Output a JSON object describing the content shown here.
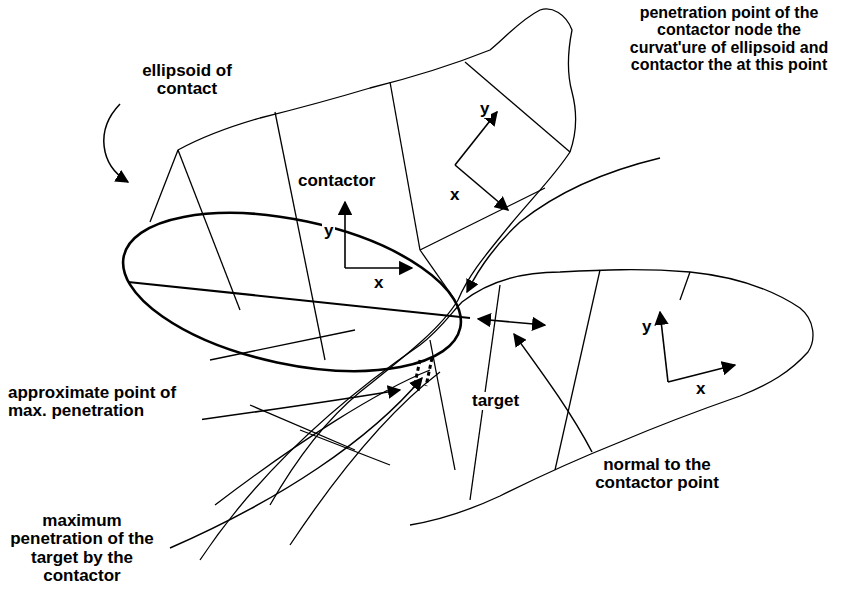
{
  "diagram": {
    "labels": [
      "ellipsoid of contact",
      "contactor",
      "penetration point of the contactor node the curvat'ure of ellipsoid and contactor the at this point",
      "y",
      "x",
      "y",
      "x",
      "approximate point of max. penetration",
      "target",
      "y",
      "x",
      "normal to the contactor point",
      "maximum penetration of the target by the contactor"
    ]
  }
}
